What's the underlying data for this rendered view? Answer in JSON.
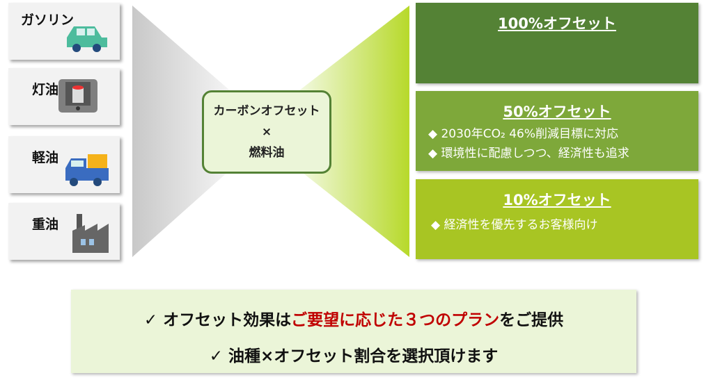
{
  "fuels": [
    {
      "label": "ガソリン",
      "icon": "car-icon"
    },
    {
      "label": "灯油",
      "icon": "heater-icon"
    },
    {
      "label": "軽油",
      "icon": "truck-icon"
    },
    {
      "label": "重油",
      "icon": "factory-icon"
    }
  ],
  "center": {
    "line1": "カーボンオフセット",
    "line2": "×",
    "line3": "燃料油"
  },
  "plans": [
    {
      "title": "100%オフセット",
      "bullets": [],
      "color": "#548235"
    },
    {
      "title": "50%オフセット",
      "bullets": [
        "◆ 2030年CO₂ 46%削減目標に対応",
        "◆ 環境性に配慮しつつ、経済性も追求"
      ],
      "color": "#7ea83a"
    },
    {
      "title": "10%オフセット",
      "bullets": [
        "◆ 経済性を優先するお客様向け"
      ],
      "color": "#a8c523"
    }
  ],
  "banner": {
    "line1_pre": "✓ オフセット効果は",
    "line1_red": "ご要望に応じた３つのプラン",
    "line1_post": "をご提供",
    "line2": "✓ 油種×オフセット割合を選択頂けます"
  }
}
